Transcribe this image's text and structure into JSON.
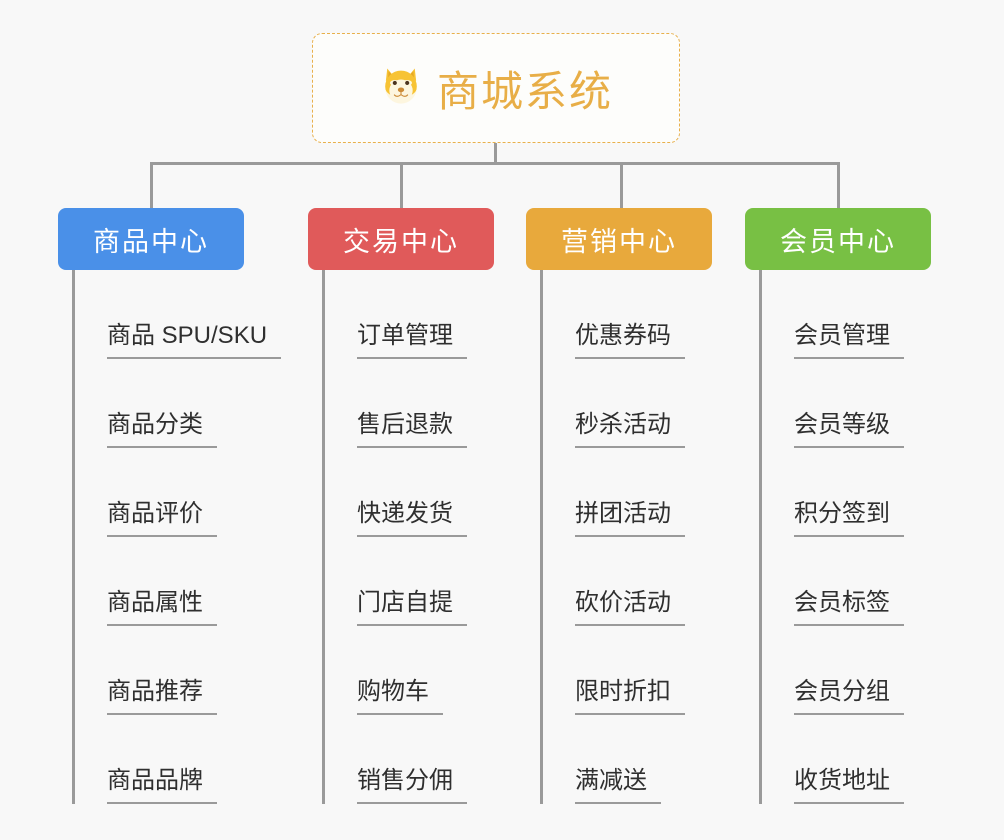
{
  "page": {
    "background_color": "#f8f8f8",
    "line_color": "#9a9a9a"
  },
  "root": {
    "icon": "shiba-inu-dog-face",
    "icon_glyph": "🐕",
    "title": "商城系统",
    "text_color": "#e8ae47",
    "border_color": "#e8b04b"
  },
  "columns": [
    {
      "header": "商品中心",
      "color": "#4a90e8",
      "items": [
        "商品 SPU/SKU",
        "商品分类",
        "商品评价",
        "商品属性",
        "商品推荐",
        "商品品牌"
      ]
    },
    {
      "header": "交易中心",
      "color": "#e05a5a",
      "items": [
        "订单管理",
        "售后退款",
        "快递发货",
        "门店自提",
        "购物车",
        "销售分佣"
      ]
    },
    {
      "header": "营销中心",
      "color": "#e8a93c",
      "items": [
        "优惠券码",
        "秒杀活动",
        "拼团活动",
        "砍价活动",
        "限时折扣",
        "满减送"
      ]
    },
    {
      "header": "会员中心",
      "color": "#78c044",
      "items": [
        "会员管理",
        "会员等级",
        "积分签到",
        "会员标签",
        "会员分组",
        "收货地址"
      ]
    }
  ]
}
